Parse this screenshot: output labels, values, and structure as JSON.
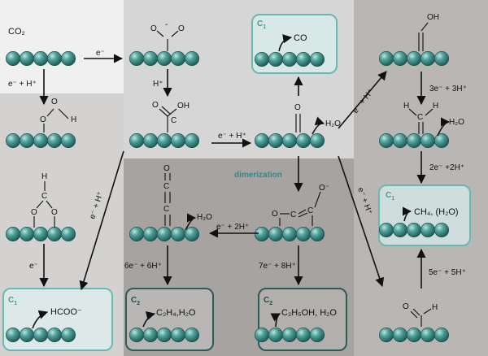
{
  "labels": {
    "co2": "CO₂",
    "e1": "e⁻",
    "e_h_left": "e⁻ + H⁺",
    "h_plus": "H⁺",
    "e_h_mid": "e⁻ + H⁺",
    "e_h_diag_up": "e⁻ + H⁺",
    "e_h_diag_down": "e⁻ + H⁺",
    "e_h_diag_left": "e⁻ + H⁺",
    "e_formate": "e⁻",
    "three_e": "3e⁻ + 3H⁺",
    "two_e": "2e⁻ +2H⁺",
    "five_e": "5e⁻ + 5H⁺",
    "e_2h": "e⁻ + 2H⁺",
    "six_e": "6e⁻ + 6H⁺",
    "seven_e": "7e⁻ + 8H⁺",
    "dimerization": "dimerization"
  },
  "boxes": {
    "co": {
      "tag": "C",
      "sub": "1",
      "text": "CO"
    },
    "ch4": {
      "tag": "C",
      "sub": "1",
      "text": "CH₄, (H₂O)"
    },
    "hcoo": {
      "tag": "C",
      "sub": "1",
      "text": "HCOO⁻"
    },
    "c2h4": {
      "tag": "C",
      "sub": "2",
      "text": "C₂H₄,H₂O"
    },
    "ethanol": {
      "tag": "C",
      "sub": "2",
      "text": "C₂H₅OH, H₂O"
    }
  },
  "atoms": {
    "o": "O",
    "c": "C",
    "h": "H",
    "oh": "OH",
    "h2o": "H₂O",
    "o_minus": "O⁻",
    "minus": "-"
  },
  "colors": {
    "bg_light": "#efefef",
    "bg_mid": "#d4d4d4",
    "bg_dark": "#a6a19f",
    "bg_right": "#bab7b5",
    "bead": "#3a8c86",
    "c1_border": "#67b9b2",
    "c2_border": "#2a5c58"
  }
}
